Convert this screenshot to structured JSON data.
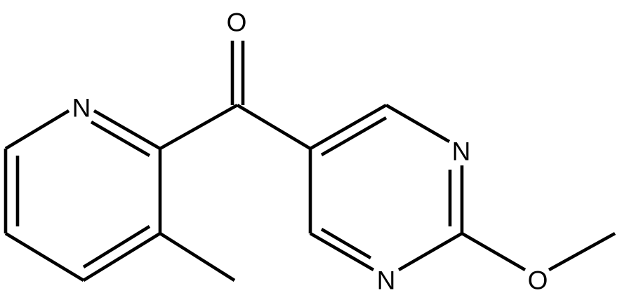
{
  "molecule": {
    "atoms": {
      "carbonyl_oxygen": "O",
      "pyridine_nitrogen": "N",
      "pyrimidine_nitrogen_upper": "N",
      "pyrimidine_nitrogen_lower": "N",
      "methoxy_oxygen": "O"
    }
  },
  "colors": {
    "bond": "#000000",
    "label": "#000000",
    "background": "#ffffff"
  }
}
